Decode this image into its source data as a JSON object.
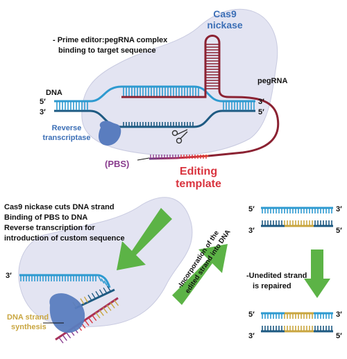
{
  "top": {
    "cas9_line1": "Cas9",
    "cas9_line2": "nickase",
    "note_line1": "- Prime editor:pegRNA complex",
    "note_line2": "binding to target sequence",
    "dna": "DNA",
    "pegrna": "pegRNA",
    "rt_line1": "Reverse",
    "rt_line2": "transcriptase",
    "pbs": "(PBS)",
    "editing_line1": "Editing",
    "editing_line2": "template",
    "five_prime": "5′",
    "three_prime": "3′"
  },
  "bottom": {
    "step_line1": "Cas9 nickase cuts DNA strand",
    "step_line2": "Binding of PBS to DNA",
    "step_line3": "Reverse transcription for",
    "step_line4": "introduction of custom sequence",
    "three_prime": "3′",
    "synth_line1": "DNA strand",
    "synth_line2": "synthesis",
    "incorp_line1": "-Incorporation of the",
    "incorp_line2": "edited strand into DNA",
    "unedited_line1": "-Unedited strand",
    "unedited_line2": "is repaired",
    "five_prime": "5′",
    "three_prime_r": "3′"
  },
  "colors": {
    "blob": "#e3e4f2",
    "blob_stroke": "#c8cae0",
    "dna_light": "#2e9ad0",
    "dna_dark": "#1e5a82",
    "pegrna": "#8b2232",
    "edit": "#d9343f",
    "pbs": "#8a3d8f",
    "yellow": "#c9a640",
    "arrow": "#5cb346",
    "enzyme": "#5a7dbf",
    "blue_text": "#3c6fb6"
  }
}
